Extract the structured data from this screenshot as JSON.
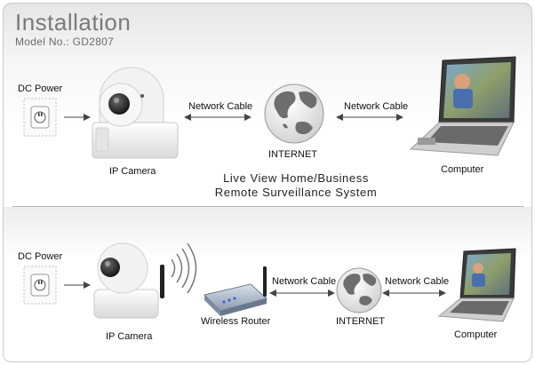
{
  "header": {
    "title": "Installation",
    "model": "Model No.: GD2807"
  },
  "top": {
    "dc_power": "DC Power",
    "camera": "IP Camera",
    "cable_left": "Network Cable",
    "cable_right": "Network Cable",
    "internet": "INTERNET",
    "computer": "Computer",
    "system_line1": "Live View Home/Business",
    "system_line2": "Remote Surveillance System"
  },
  "bottom": {
    "dc_power": "DC Power",
    "camera": "IP Camera",
    "router": "Wireless Router",
    "cable_left": "Network Cable",
    "cable_right": "Network Cable",
    "internet": "INTERNET",
    "computer": "Computer"
  }
}
